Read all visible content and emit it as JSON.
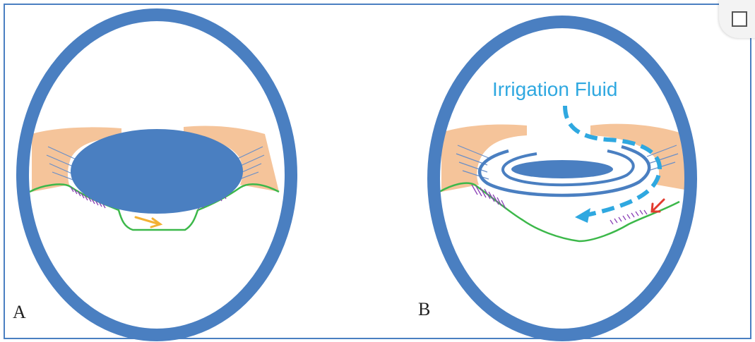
{
  "panels": {
    "a_label": "A",
    "b_label": "B",
    "irrigation_label": "Irrigation Fluid"
  },
  "colors": {
    "eye_outline": "#4a7fc1",
    "lens": "#4a7fc1",
    "iris": "#f5c49a",
    "zonules": "#6a8fc8",
    "membrane": "#3cb84a",
    "fibrosis": "#8a3fb5",
    "arrow_yellow": "#f2b134",
    "arrow_red": "#e23b2e",
    "irrigation": "#2fa8e0"
  },
  "icons": {
    "corner": "square-icon"
  }
}
